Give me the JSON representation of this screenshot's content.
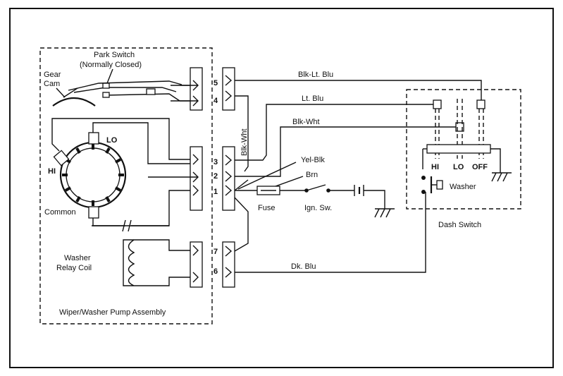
{
  "pump_assembly": {
    "title": "Wiper/Washer Pump Assembly",
    "park_switch_title": "Park Switch",
    "park_switch_note": "(Normally Closed)",
    "gear_label": "Gear",
    "cam_label": "Cam",
    "motor_lo": "LO",
    "motor_hi": "HI",
    "motor_common": "Common",
    "relay_line1": "Washer",
    "relay_line2": "Relay Coil"
  },
  "connector": {
    "pins": [
      "5",
      "4",
      "3",
      "2",
      "1",
      "7",
      "6"
    ]
  },
  "wires": {
    "blk_lt_blu": "Blk-Lt. Blu",
    "lt_blu": "Lt. Blu",
    "blk_wht": "Blk-Wht",
    "blk_wht_vertical": "Blk-Wht",
    "yel_blk": "Yel-Blk",
    "brn": "Brn",
    "dk_blu": "Dk. Blu"
  },
  "circuit": {
    "fuse": "Fuse",
    "ign_sw": "Ign. Sw."
  },
  "dash_switch": {
    "title": "Dash Switch",
    "hi": "HI",
    "lo": "LO",
    "off": "OFF",
    "washer": "Washer"
  }
}
